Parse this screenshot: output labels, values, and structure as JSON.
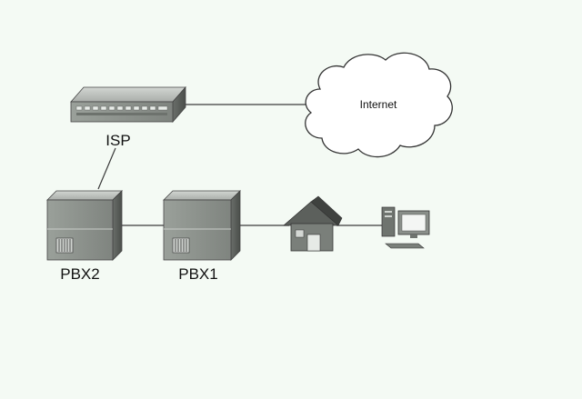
{
  "diagram": {
    "nodes": {
      "isp": {
        "label": "ISP",
        "icon": "router-icon"
      },
      "internet": {
        "label": "Internet",
        "icon": "cloud-icon"
      },
      "pbx2": {
        "label": "PBX2",
        "icon": "server-icon"
      },
      "pbx1": {
        "label": "PBX1",
        "icon": "server-icon"
      },
      "house": {
        "label": "",
        "icon": "house-icon"
      },
      "workstation": {
        "label": "",
        "icon": "workstation-icon"
      }
    },
    "links": [
      {
        "from": "isp",
        "to": "internet"
      },
      {
        "from": "isp",
        "to": "pbx2"
      },
      {
        "from": "pbx2",
        "to": "pbx1"
      },
      {
        "from": "pbx1",
        "to": "house"
      },
      {
        "from": "house",
        "to": "workstation"
      }
    ],
    "colors": {
      "background": "#f4faf4",
      "device_front": "#8a8f8a",
      "device_side": "#5a5e5a",
      "device_top": "#b8bcb8",
      "line": "#3a3a3a",
      "cloud_fill": "#ffffff"
    }
  }
}
